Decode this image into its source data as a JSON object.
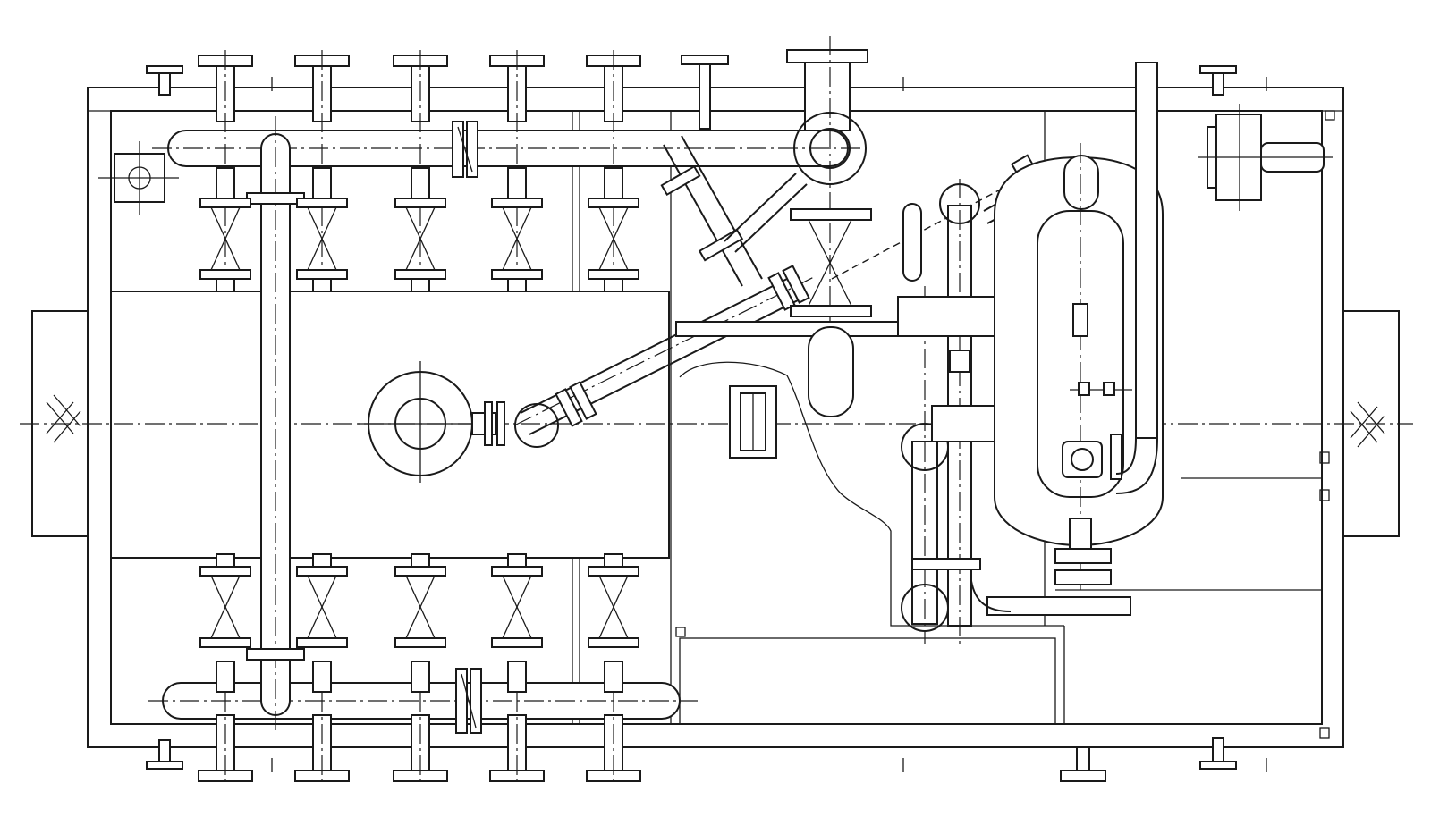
{
  "drawing": {
    "type": "piping-skid-plan-view",
    "line_color": "#1a1a1a",
    "background": "#ffffff",
    "components": [
      "skid-frame",
      "left-lifting-lug",
      "right-lifting-lug",
      "upper-header-pipe",
      "lower-header-pipe",
      "vertical-bypass-pipe",
      "upper-valve-row",
      "lower-valve-row",
      "central-platform",
      "pump-inlet-flange",
      "diagonal-suction-line",
      "elbow-and-valve-assembly",
      "vertical-separator-vessel",
      "riser-pipe",
      "motor-unit",
      "instrument-piping-cluster"
    ]
  }
}
